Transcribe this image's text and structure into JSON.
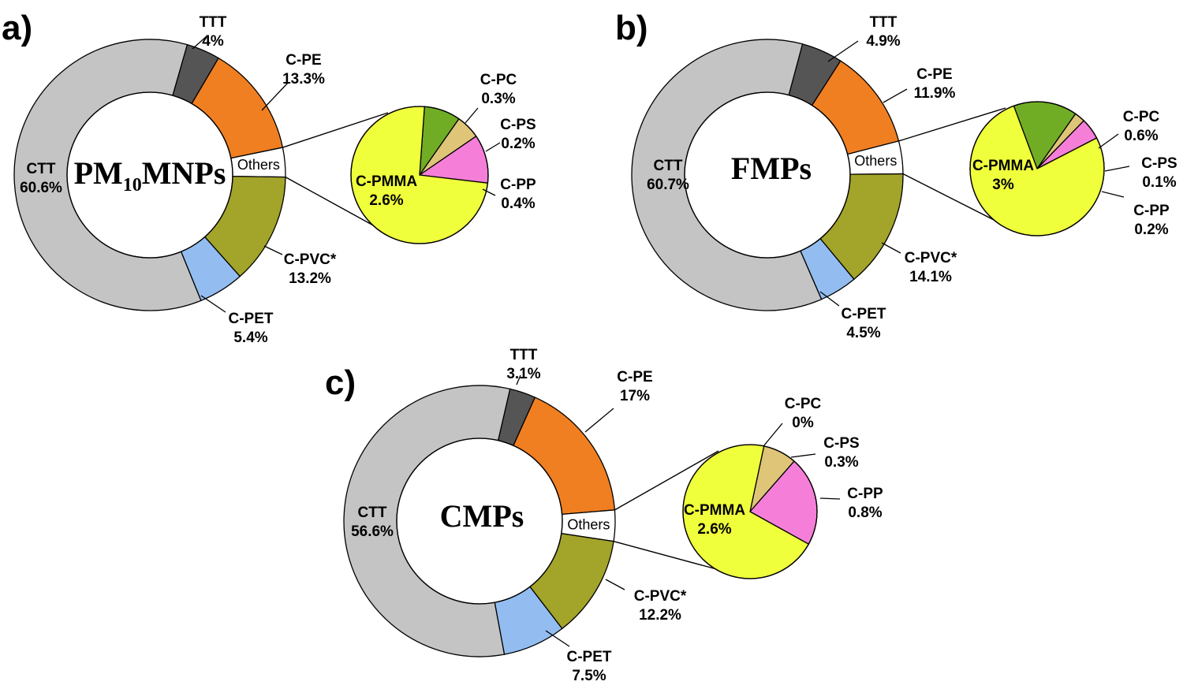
{
  "chart_data": [
    {
      "panel": "a)",
      "type": "pie",
      "center_title": {
        "main": "PM",
        "sub": "10",
        "tail": "MNPs"
      },
      "ring": [
        {
          "name": "TTT",
          "value": 4,
          "label": "4%",
          "color": "#555555"
        },
        {
          "name": "C-PE",
          "value": 13.3,
          "label": "13.3%",
          "color": "#f07f22"
        },
        {
          "name": "Others",
          "value": 3.5,
          "color": "#ffffff"
        },
        {
          "name": "C-PVC*",
          "value": 13.2,
          "label": "13.2%",
          "color": "#a3a42a"
        },
        {
          "name": "C-PET",
          "value": 5.4,
          "label": "5.4%",
          "color": "#93bdf0"
        },
        {
          "name": "CTT",
          "value": 60.6,
          "label": "60.6%",
          "color": "#c4c4c4"
        }
      ],
      "others_label": "Others",
      "breakdown": [
        {
          "name": "C-PC",
          "value": 0.3,
          "label": "0.3%",
          "color": "#70ad25"
        },
        {
          "name": "C-PS",
          "value": 0.2,
          "label": "0.2%",
          "color": "#dfc578"
        },
        {
          "name": "C-PP",
          "value": 0.4,
          "label": "0.4%",
          "color": "#f57fd8"
        },
        {
          "name": "C-PMMA",
          "value": 2.6,
          "label": "2.6%",
          "color": "#f0ff3c"
        }
      ]
    },
    {
      "panel": "b)",
      "type": "pie",
      "center_title": {
        "main": "FMPs"
      },
      "ring": [
        {
          "name": "TTT",
          "value": 4.9,
          "label": "4.9%",
          "color": "#555555"
        },
        {
          "name": "C-PE",
          "value": 11.9,
          "label": "11.9%",
          "color": "#f07f22"
        },
        {
          "name": "Others",
          "value": 3.9,
          "color": "#ffffff"
        },
        {
          "name": "C-PVC*",
          "value": 14.1,
          "label": "14.1%",
          "color": "#a3a42a"
        },
        {
          "name": "C-PET",
          "value": 4.5,
          "label": "4.5%",
          "color": "#93bdf0"
        },
        {
          "name": "CTT",
          "value": 60.7,
          "label": "60.7%",
          "color": "#c4c4c4"
        }
      ],
      "others_label": "Others",
      "breakdown": [
        {
          "name": "C-PC",
          "value": 0.6,
          "label": "0.6%",
          "color": "#70ad25"
        },
        {
          "name": "C-PS",
          "value": 0.1,
          "label": "0.1%",
          "color": "#dfc578"
        },
        {
          "name": "C-PP",
          "value": 0.2,
          "label": "0.2%",
          "color": "#f57fd8"
        },
        {
          "name": "C-PMMA",
          "value": 3,
          "label": "3%",
          "color": "#f0ff3c"
        }
      ]
    },
    {
      "panel": "c)",
      "type": "pie",
      "center_title": {
        "main": "CMPs"
      },
      "ring": [
        {
          "name": "TTT",
          "value": 3.1,
          "label": "3.1%",
          "color": "#555555"
        },
        {
          "name": "C-PE",
          "value": 17,
          "label": "17%",
          "color": "#f07f22"
        },
        {
          "name": "Others",
          "value": 3.7,
          "color": "#ffffff"
        },
        {
          "name": "C-PVC*",
          "value": 12.2,
          "label": "12.2%",
          "color": "#a3a42a"
        },
        {
          "name": "C-PET",
          "value": 7.5,
          "label": "7.5%",
          "color": "#93bdf0"
        },
        {
          "name": "CTT",
          "value": 56.6,
          "label": "56.6%",
          "color": "#c4c4c4"
        }
      ],
      "others_label": "Others",
      "breakdown": [
        {
          "name": "C-PC",
          "value": 0,
          "label": "0%",
          "color": "#70ad25"
        },
        {
          "name": "C-PS",
          "value": 0.3,
          "label": "0.3%",
          "color": "#dfc578"
        },
        {
          "name": "C-PP",
          "value": 0.8,
          "label": "0.8%",
          "color": "#f57fd8"
        },
        {
          "name": "C-PMMA",
          "value": 2.6,
          "label": "2.6%",
          "color": "#f0ff3c"
        }
      ]
    }
  ]
}
